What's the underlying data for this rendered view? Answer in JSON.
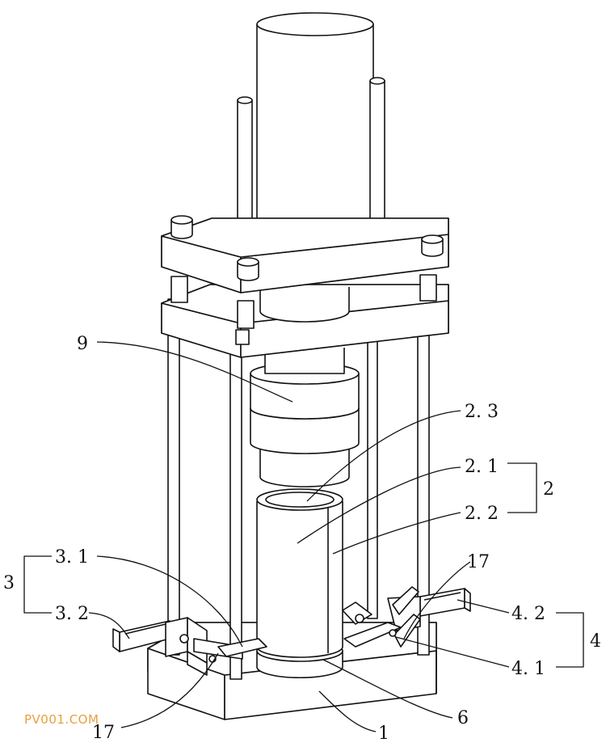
{
  "watermark": "PV001.COM",
  "labels": {
    "l9": "9",
    "l23": "2. 3",
    "l21": "2. 1",
    "l2": "2",
    "l22": "2. 2",
    "l31": "3. 1",
    "l3": "3",
    "l32": "3. 2",
    "l17a": "17",
    "l17b": "17",
    "l42": "4. 2",
    "l4": "4",
    "l41": "4. 1",
    "l6": "6",
    "l1": "1"
  }
}
